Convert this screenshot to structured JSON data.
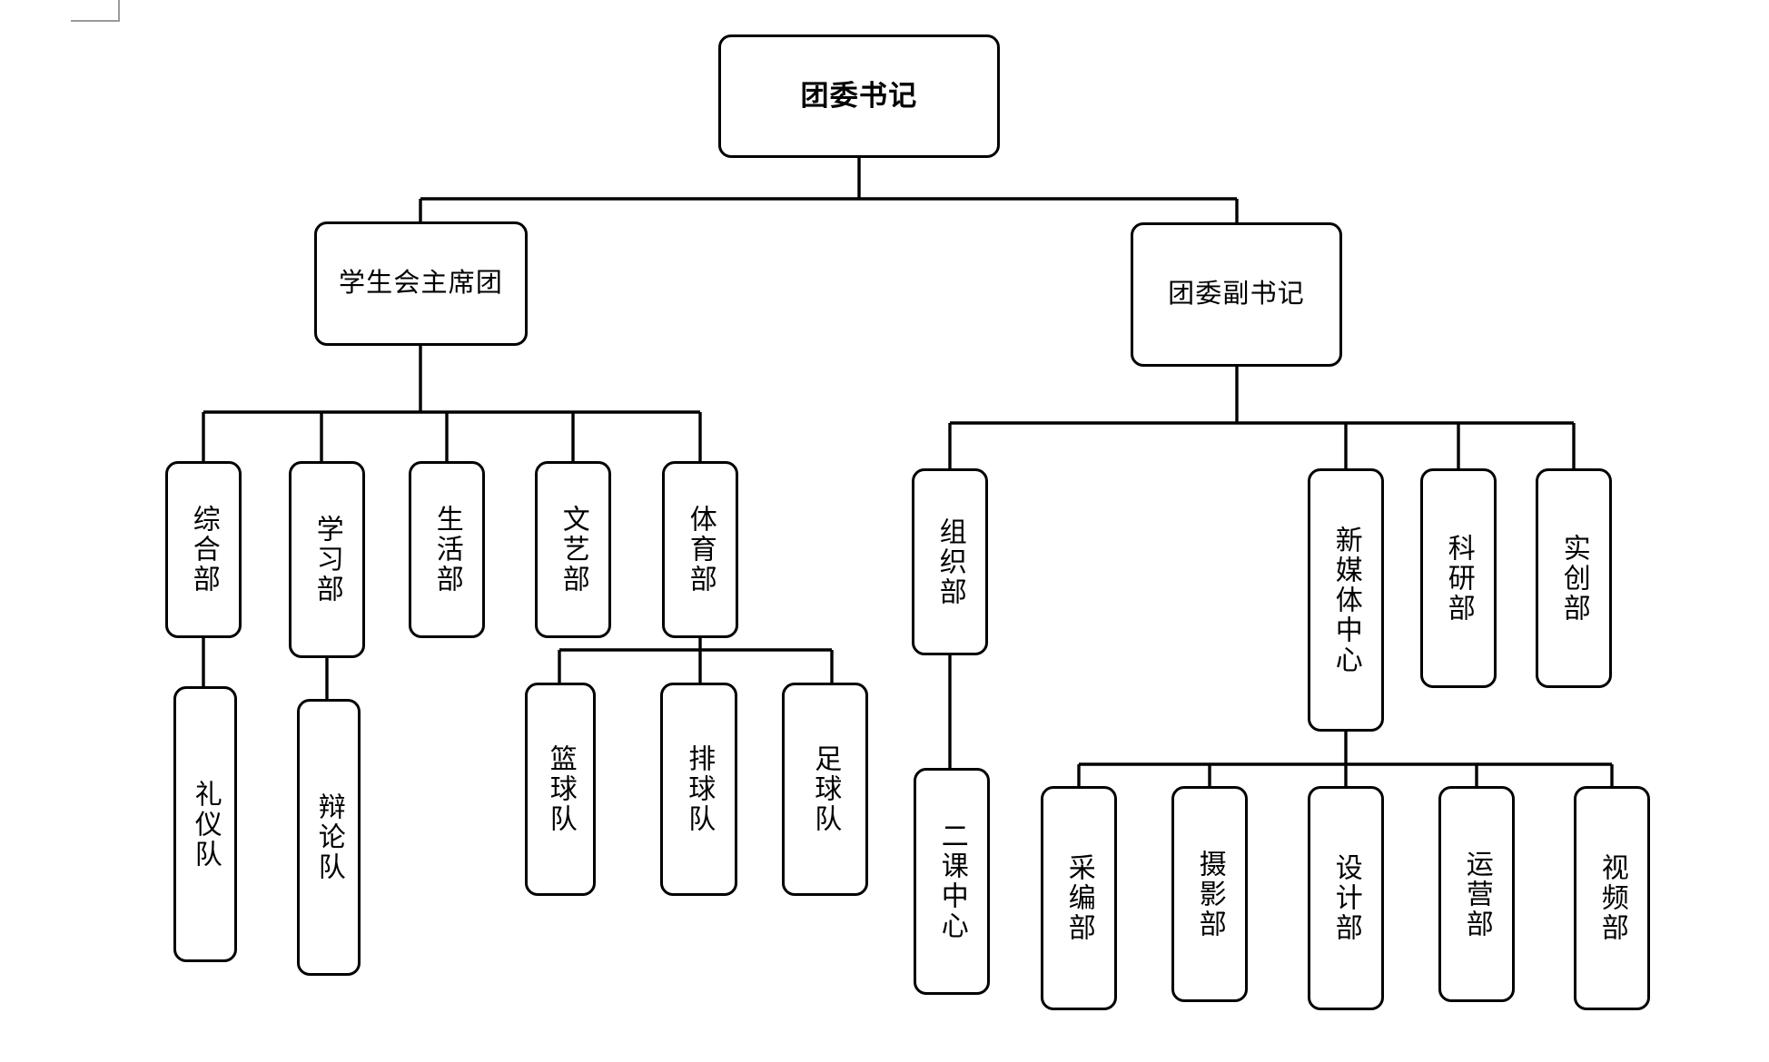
{
  "chart_title": "",
  "theme": {
    "background": "#ffffff",
    "node_fill": "#ffffff",
    "node_stroke": "#000000",
    "connector_stroke": "#000000",
    "text_color": "#000000",
    "corner_mark_color": "#9a9a9a"
  },
  "org_chart": {
    "type": "tree",
    "orientation": "top-down",
    "root": {
      "id": "root",
      "label": "团委书记",
      "text_direction": "horizontal",
      "bold": true
    },
    "nodes": [
      {
        "id": "root",
        "label": "团委书记",
        "level": 0,
        "parent": null,
        "text_direction": "horizontal"
      },
      {
        "id": "su-presidium",
        "label": "学生会主席团",
        "level": 1,
        "parent": "root",
        "text_direction": "horizontal"
      },
      {
        "id": "deputy-sec",
        "label": "团委副书记",
        "level": 1,
        "parent": "root",
        "text_direction": "horizontal"
      },
      {
        "id": "general",
        "label": "综合部",
        "level": 2,
        "parent": "su-presidium",
        "text_direction": "vertical"
      },
      {
        "id": "study",
        "label": "学习部",
        "level": 2,
        "parent": "su-presidium",
        "text_direction": "vertical"
      },
      {
        "id": "life",
        "label": "生活部",
        "level": 2,
        "parent": "su-presidium",
        "text_direction": "vertical"
      },
      {
        "id": "arts",
        "label": "文艺部",
        "level": 2,
        "parent": "su-presidium",
        "text_direction": "vertical"
      },
      {
        "id": "sports",
        "label": "体育部",
        "level": 2,
        "parent": "su-presidium",
        "text_direction": "vertical"
      },
      {
        "id": "etiquette",
        "label": "礼仪队",
        "level": 3,
        "parent": "general",
        "text_direction": "vertical"
      },
      {
        "id": "debate",
        "label": "辩论队",
        "level": 3,
        "parent": "study",
        "text_direction": "vertical"
      },
      {
        "id": "basketball",
        "label": "篮球队",
        "level": 3,
        "parent": "sports",
        "text_direction": "vertical"
      },
      {
        "id": "volleyball",
        "label": "排球队",
        "level": 3,
        "parent": "sports",
        "text_direction": "vertical"
      },
      {
        "id": "football",
        "label": "足球队",
        "level": 3,
        "parent": "sports",
        "text_direction": "vertical"
      },
      {
        "id": "organization",
        "label": "组织部",
        "level": 2,
        "parent": "deputy-sec",
        "text_direction": "vertical"
      },
      {
        "id": "newmedia",
        "label": "新媒体中心",
        "level": 2,
        "parent": "deputy-sec",
        "text_direction": "vertical"
      },
      {
        "id": "research",
        "label": "科研部",
        "level": 2,
        "parent": "deputy-sec",
        "text_direction": "vertical"
      },
      {
        "id": "innovation",
        "label": "实创部",
        "level": 2,
        "parent": "deputy-sec",
        "text_direction": "vertical"
      },
      {
        "id": "second-class",
        "label": "二课中心",
        "level": 3,
        "parent": "organization",
        "text_direction": "vertical"
      },
      {
        "id": "editorial",
        "label": "采编部",
        "level": 3,
        "parent": "newmedia",
        "text_direction": "vertical"
      },
      {
        "id": "photography",
        "label": "摄影部",
        "level": 3,
        "parent": "newmedia",
        "text_direction": "vertical"
      },
      {
        "id": "design",
        "label": "设计部",
        "level": 3,
        "parent": "newmedia",
        "text_direction": "vertical"
      },
      {
        "id": "operations",
        "label": "运营部",
        "level": 3,
        "parent": "newmedia",
        "text_direction": "vertical"
      },
      {
        "id": "video",
        "label": "视频部",
        "level": 3,
        "parent": "newmedia",
        "text_direction": "vertical"
      }
    ],
    "edges": [
      {
        "from": "root",
        "to": "su-presidium"
      },
      {
        "from": "root",
        "to": "deputy-sec"
      },
      {
        "from": "su-presidium",
        "to": "general"
      },
      {
        "from": "su-presidium",
        "to": "study"
      },
      {
        "from": "su-presidium",
        "to": "life"
      },
      {
        "from": "su-presidium",
        "to": "arts"
      },
      {
        "from": "su-presidium",
        "to": "sports"
      },
      {
        "from": "general",
        "to": "etiquette"
      },
      {
        "from": "study",
        "to": "debate"
      },
      {
        "from": "sports",
        "to": "basketball"
      },
      {
        "from": "sports",
        "to": "volleyball"
      },
      {
        "from": "sports",
        "to": "football"
      },
      {
        "from": "deputy-sec",
        "to": "organization"
      },
      {
        "from": "deputy-sec",
        "to": "newmedia"
      },
      {
        "from": "deputy-sec",
        "to": "research"
      },
      {
        "from": "deputy-sec",
        "to": "innovation"
      },
      {
        "from": "organization",
        "to": "second-class"
      },
      {
        "from": "newmedia",
        "to": "editorial"
      },
      {
        "from": "newmedia",
        "to": "photography"
      },
      {
        "from": "newmedia",
        "to": "design"
      },
      {
        "from": "newmedia",
        "to": "operations"
      },
      {
        "from": "newmedia",
        "to": "video"
      }
    ]
  },
  "labels": {
    "root": "团委书记",
    "su_presidium": "学生会主席团",
    "deputy_sec": "团委副书记",
    "general": "综合部",
    "study": "学习部",
    "life": "生活部",
    "arts": "文艺部",
    "sports": "体育部",
    "etiquette": "礼仪队",
    "debate": "辩论队",
    "basketball": "篮球队",
    "volleyball": "排球队",
    "football": "足球队",
    "organization": "组织部",
    "newmedia": "新媒体中心",
    "research": "科研部",
    "innovation": "实创部",
    "second_class": "二课中心",
    "editorial": "采编部",
    "photography": "摄影部",
    "design": "设计部",
    "operations": "运营部",
    "video": "视频部"
  }
}
